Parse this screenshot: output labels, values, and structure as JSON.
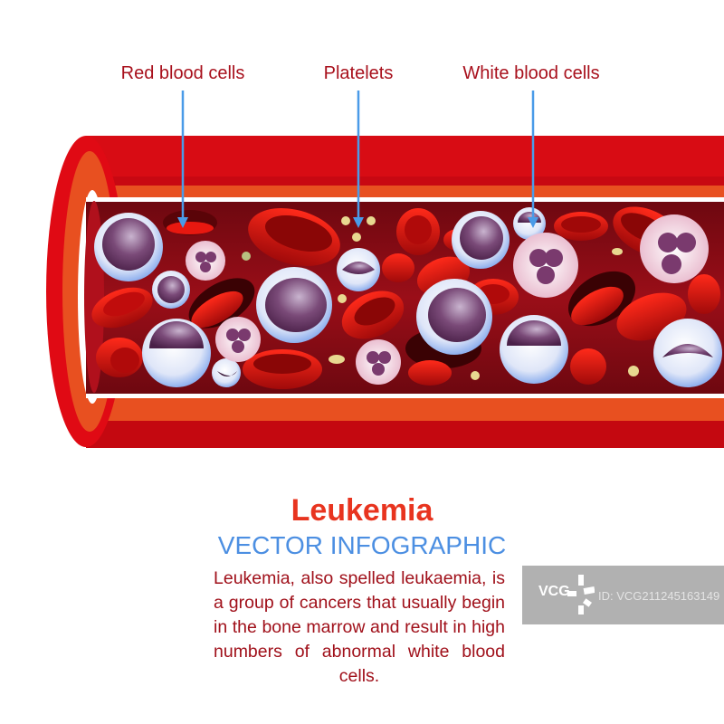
{
  "labels": {
    "red_blood_cells": "Red blood cells",
    "platelets": "Platelets",
    "white_blood_cells": "White blood cells"
  },
  "title": "Leukemia",
  "subtitle": "VECTOR INFOGRAPHIC",
  "description": "Leukemia, also spelled leukaemia, is a group of cancers that usually begin in the bone marrow and result in high numbers of abnormal white blood cells.",
  "watermark": {
    "logo": "VCG",
    "id": "ID: VCG211245163149"
  },
  "colors": {
    "label": "#a8101c",
    "title": "#e8341f",
    "subtitle": "#4c8fe2",
    "arrow": "#4a9be8",
    "vessel": "#d40a14",
    "vessel_inner": "#e85020",
    "lumen": "#8a0c14"
  }
}
